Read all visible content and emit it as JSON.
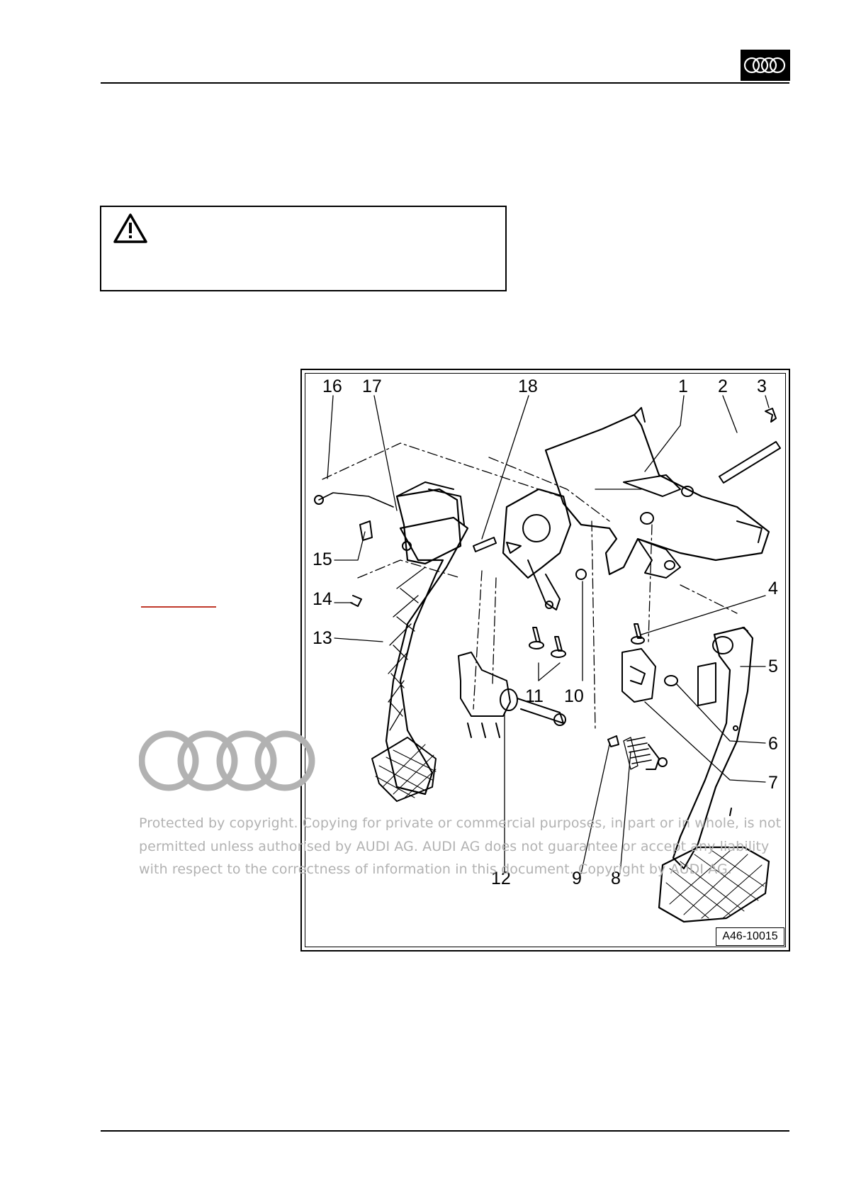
{
  "brand": {
    "logo_icon": "audi-rings-icon"
  },
  "warning": {
    "icon": "warning-triangle-icon"
  },
  "figure": {
    "id": "A46-10015",
    "callouts": [
      "1",
      "2",
      "3",
      "4",
      "5",
      "6",
      "7",
      "8",
      "9",
      "10",
      "11",
      "12",
      "13",
      "14",
      "15",
      "16",
      "17",
      "18"
    ]
  },
  "watermark": {
    "line1": "Protected by copyright. Copying for private or commercial purposes, in part or in whole, is not",
    "line2": "permitted unless authorised by AUDI AG. AUDI AG does not guarantee or accept any liability",
    "line3": "with respect to the correctness of information in this document. Copyright by AUDI AG."
  },
  "colors": {
    "link": "#c0392b",
    "watermark": "#b2b2b2"
  }
}
